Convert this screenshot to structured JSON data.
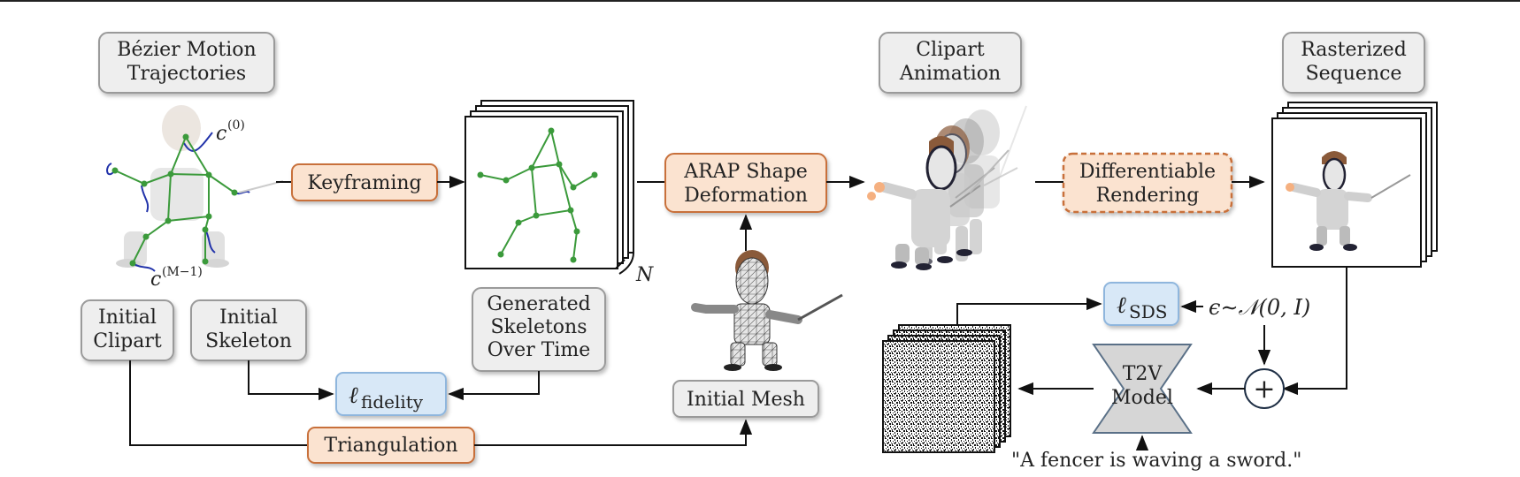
{
  "titles": {
    "bezier": [
      "Bézier Motion",
      "Trajectories"
    ],
    "clipart_animation": [
      "Clipart",
      "Animation"
    ],
    "rasterized": [
      "Rasterized",
      "Sequence"
    ]
  },
  "boxes": {
    "keyframing": "Keyframing",
    "arap": [
      "ARAP Shape",
      "Deformation"
    ],
    "diff_render": [
      "Differentiable",
      "Rendering"
    ],
    "initial_clipart": [
      "Initial",
      "Clipart"
    ],
    "initial_skeleton": [
      "Initial",
      "Skeleton"
    ],
    "generated_skeletons": [
      "Generated",
      "Skeletons",
      "Over Time"
    ],
    "initial_mesh": "Initial Mesh",
    "triangulation": "Triangulation",
    "t2v": [
      "T2V",
      "Model"
    ]
  },
  "math": {
    "c0": "c",
    "c0_sup": "(0)",
    "cm": "c",
    "cm_sup": "(M−1)",
    "n": "N",
    "fidelity_l": "ℓ",
    "fidelity_sub": "fidelity",
    "sds_l": "ℓ",
    "sds_sub": "SDS",
    "noise": "ϵ∼𝒩(0, I)",
    "plus": "+"
  },
  "prompt": "\"A fencer is waving a sword.\"",
  "colors": {
    "orange_fill": "#fbe3d0",
    "orange_stroke": "#c8703a",
    "blue_fill": "#d8e8f7",
    "blue_stroke": "#8fb6dd",
    "gray_fill": "#eeeeee",
    "gray_stroke": "#9a9a9a",
    "skeleton_green": "#3b9a3b",
    "trajectory_blue": "#2233aa",
    "t2v_fill": "#d6d6d6",
    "t2v_stroke": "#5a7087"
  }
}
